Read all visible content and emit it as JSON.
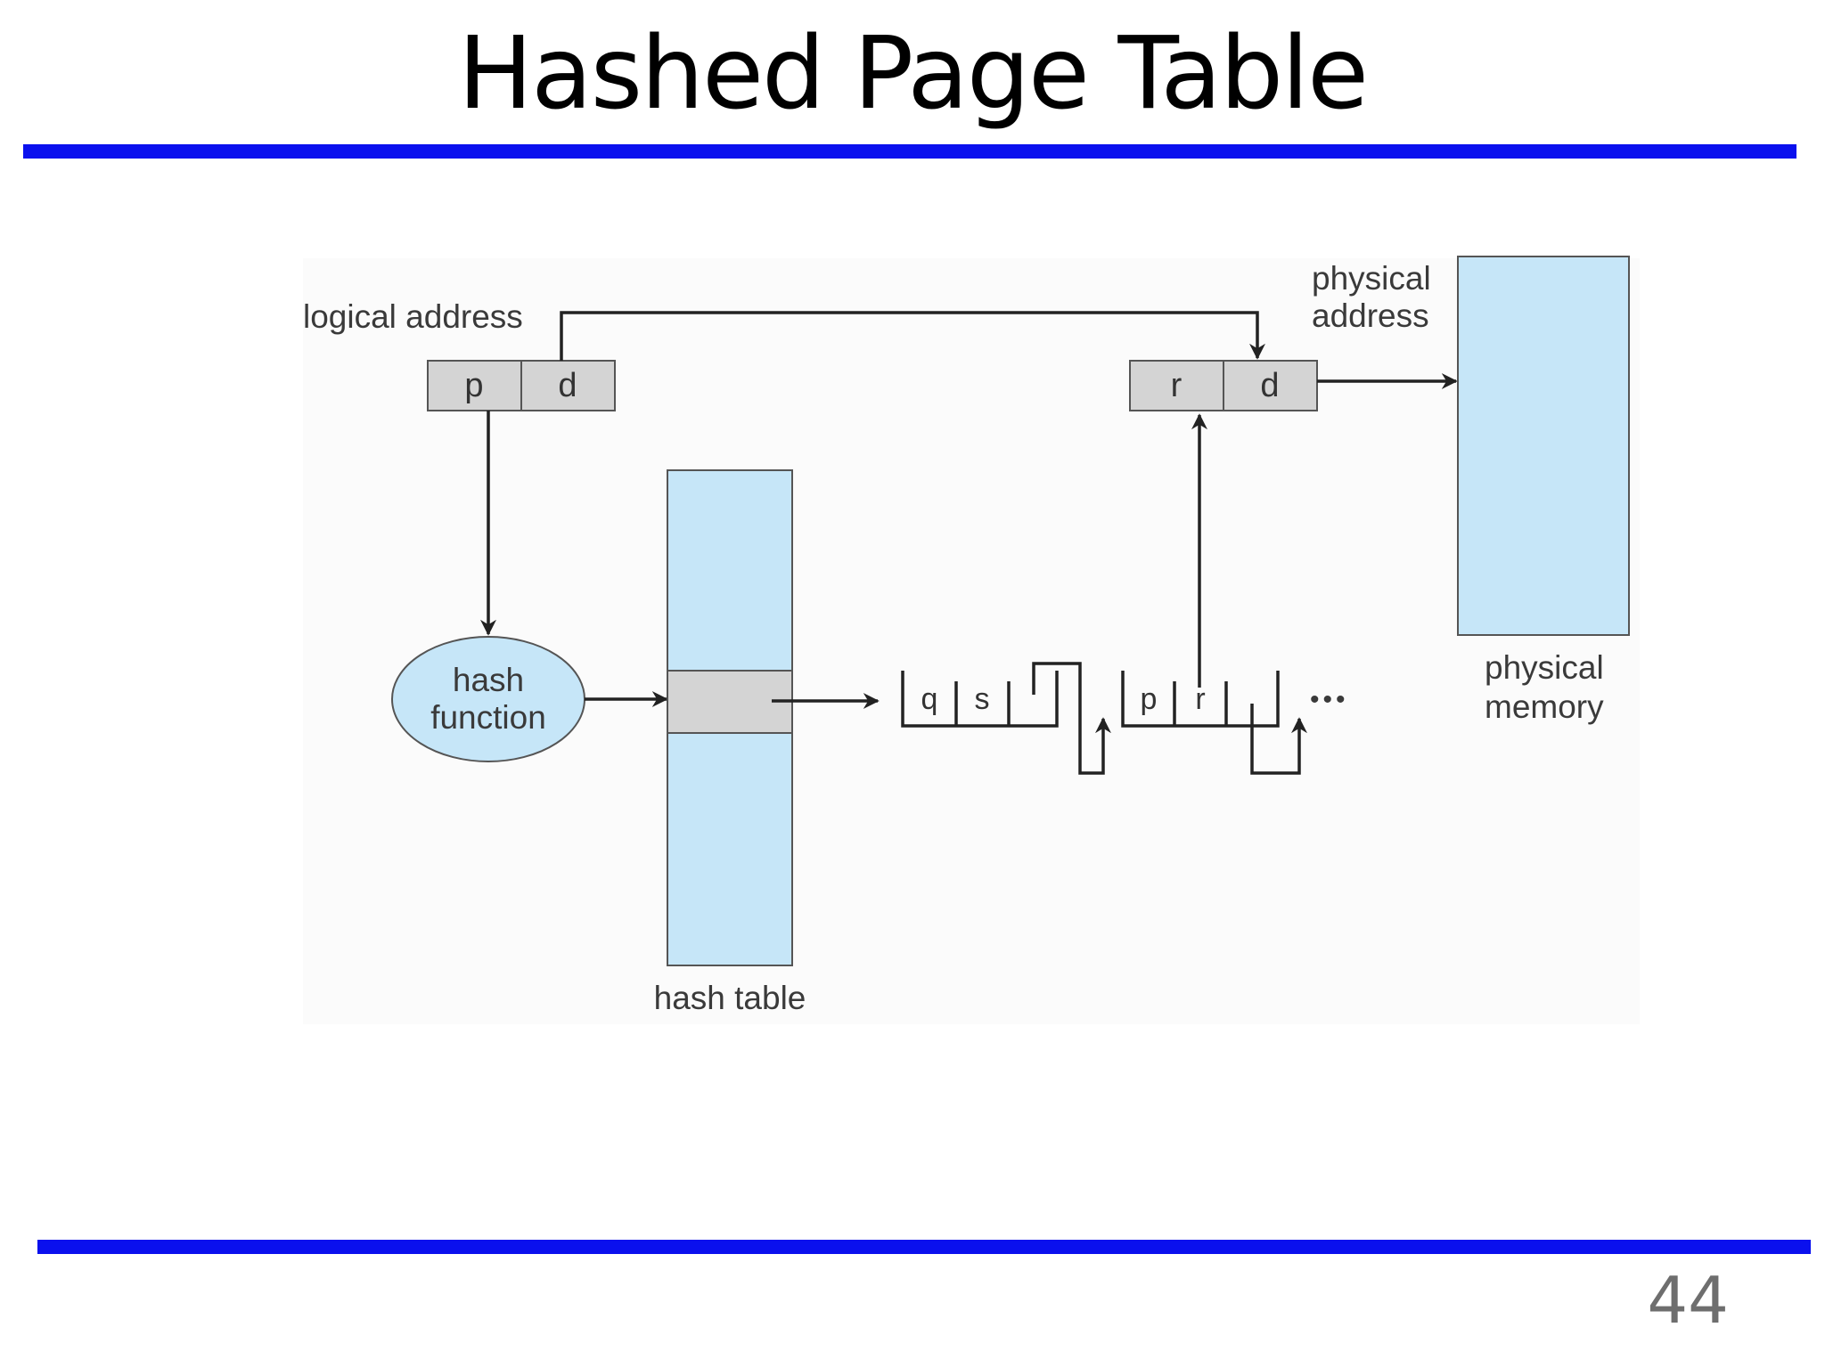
{
  "slide": {
    "title": "Hashed Page Table",
    "page_number": "44"
  },
  "colors": {
    "rule": "#0a10ee",
    "memory_fill": "#c6e6f8",
    "cell_fill": "#d4d4d4",
    "line": "#222222"
  },
  "diagram": {
    "logical_address": {
      "label": "logical address",
      "p": "p",
      "d": "d"
    },
    "physical_address": {
      "label_line1": "physical",
      "label_line2": "address",
      "r": "r",
      "d": "d"
    },
    "hash_function": {
      "line1": "hash",
      "line2": "function"
    },
    "hash_table": {
      "label": "hash table"
    },
    "chain": {
      "node1": {
        "a": "q",
        "b": "s"
      },
      "node2": {
        "a": "p",
        "b": "r"
      },
      "ellipsis": "•••"
    },
    "physical_memory": {
      "line1": "physical",
      "line2": "memory"
    }
  }
}
